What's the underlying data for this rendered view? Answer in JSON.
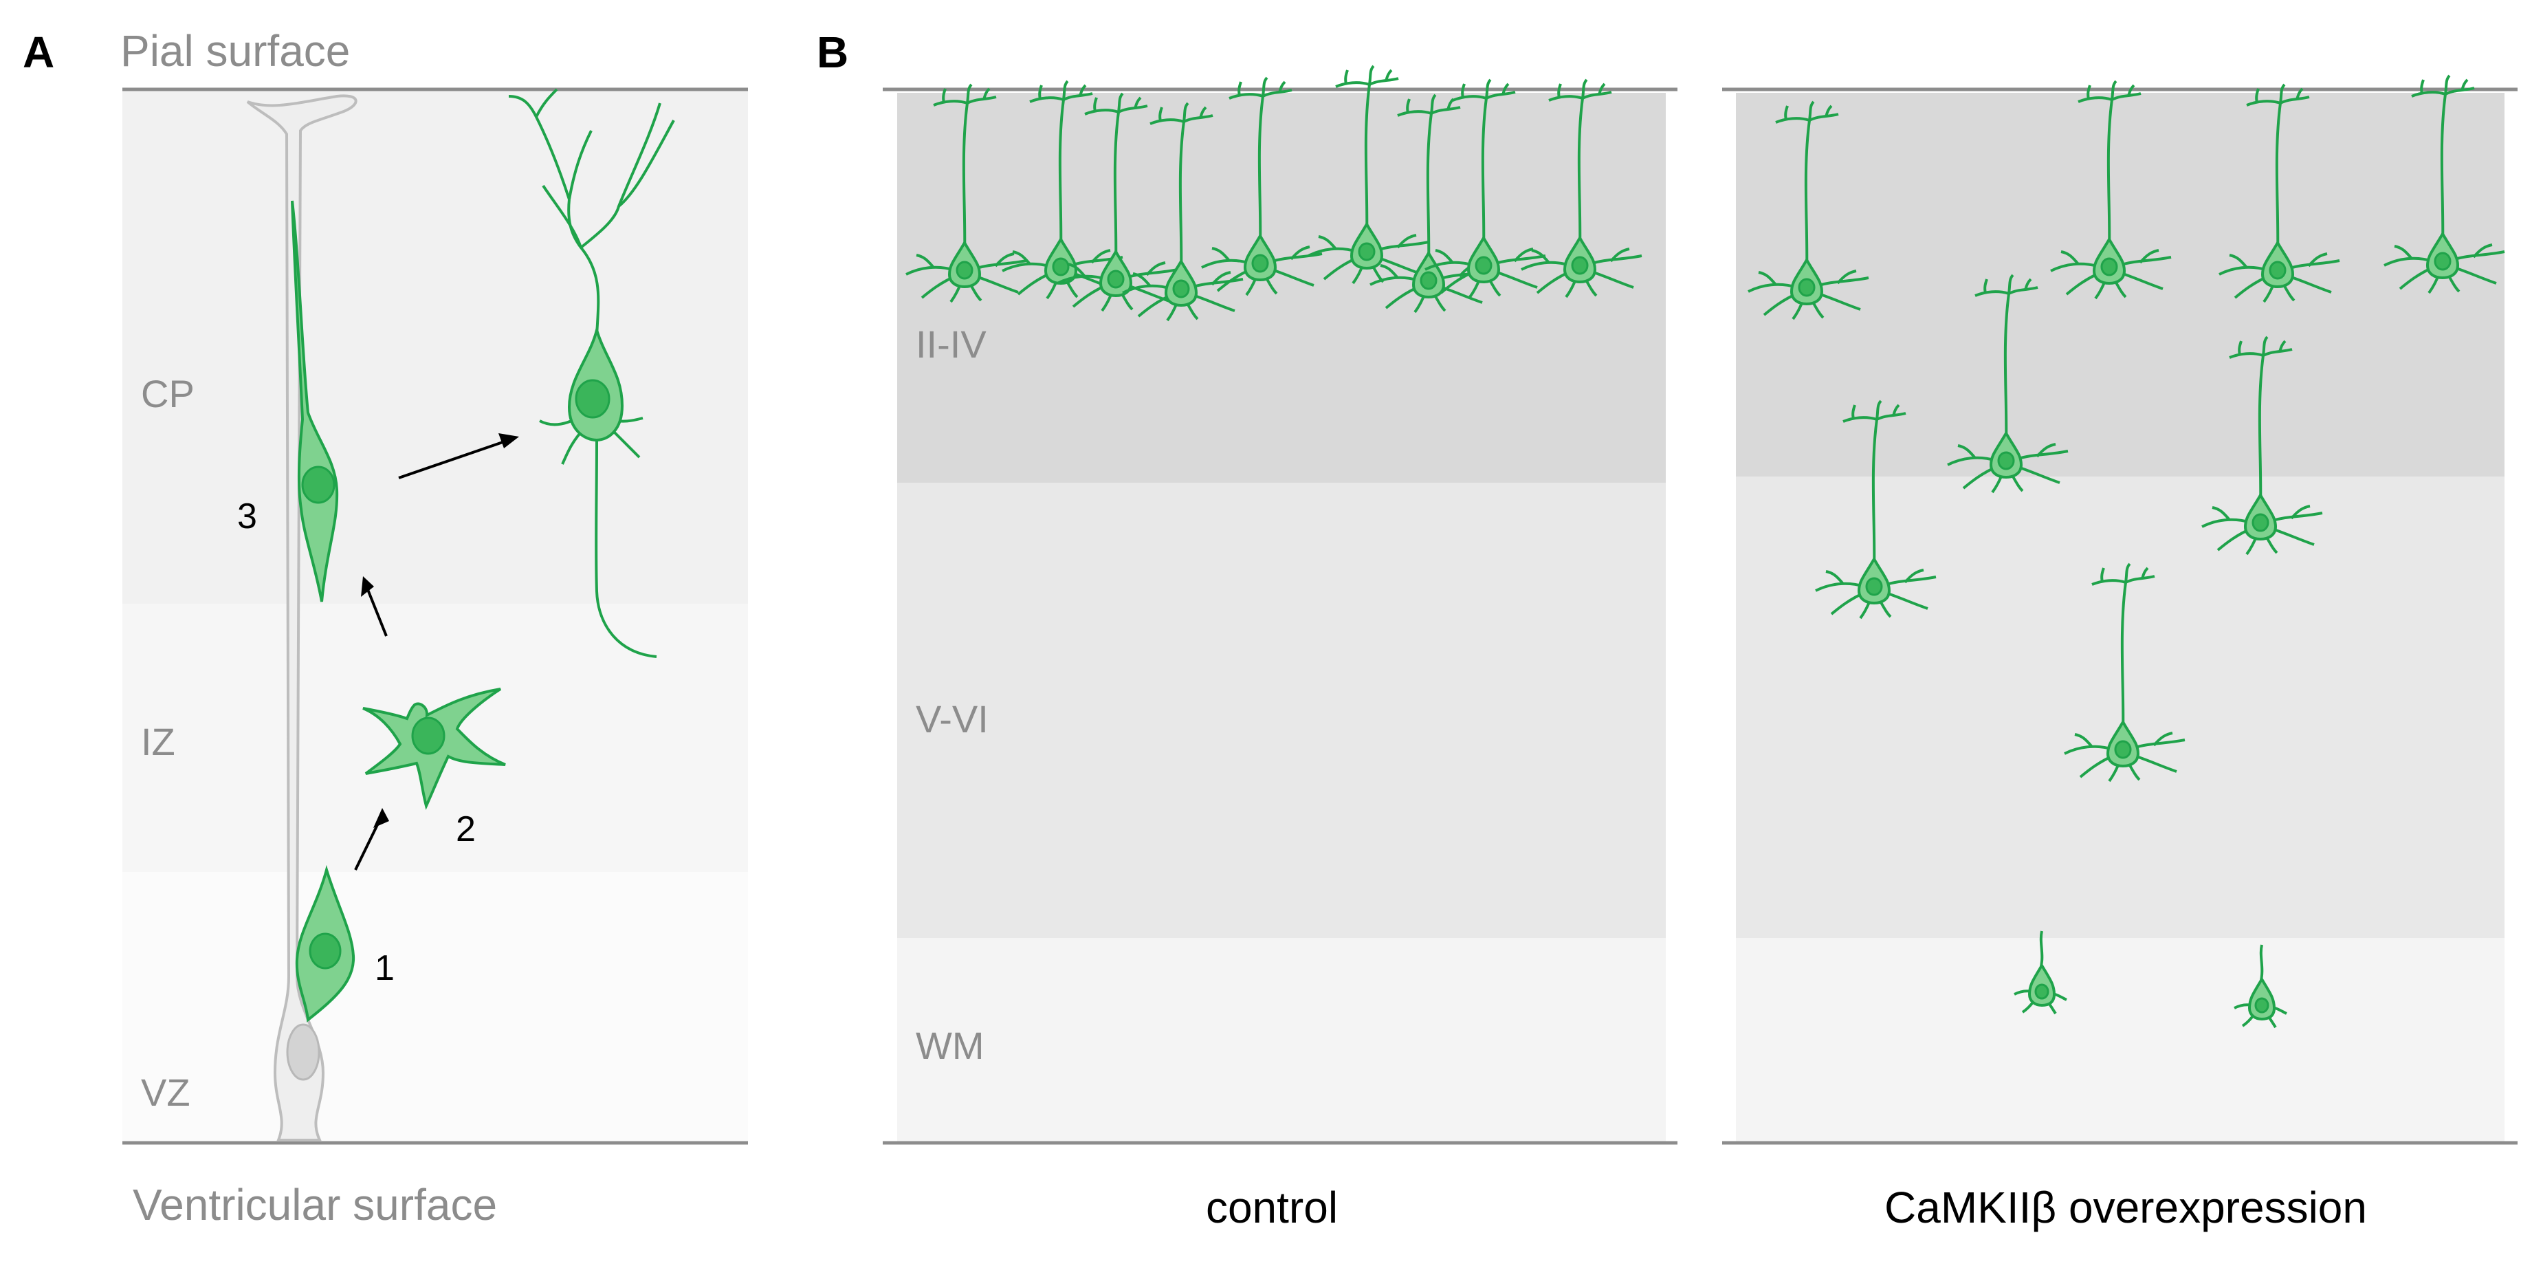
{
  "panel_a": {
    "letter": "A",
    "top_label": "Pial surface",
    "bottom_label": "Ventricular surface",
    "zones": [
      "CP",
      "IZ",
      "VZ"
    ],
    "stages": [
      "1",
      "2",
      "3"
    ]
  },
  "panel_b": {
    "letter": "B",
    "layers": [
      "II-IV",
      "V-VI",
      "WM"
    ],
    "conditions": [
      "control",
      "CaMKIIβ overexpression"
    ]
  },
  "colors": {
    "neuron_fill": "#7fd28f",
    "neuron_stroke": "#1fa34a",
    "neuron_nucleus": "#3ab55a",
    "radial_glia_fill": "#eeeeee",
    "radial_glia_stroke": "#bdbdbd",
    "label_gray": "#7f7f7f",
    "layer_upper": "#d9d9d9",
    "layer_deep": "#e8e8e8",
    "layer_wm": "#f4f4f4"
  }
}
